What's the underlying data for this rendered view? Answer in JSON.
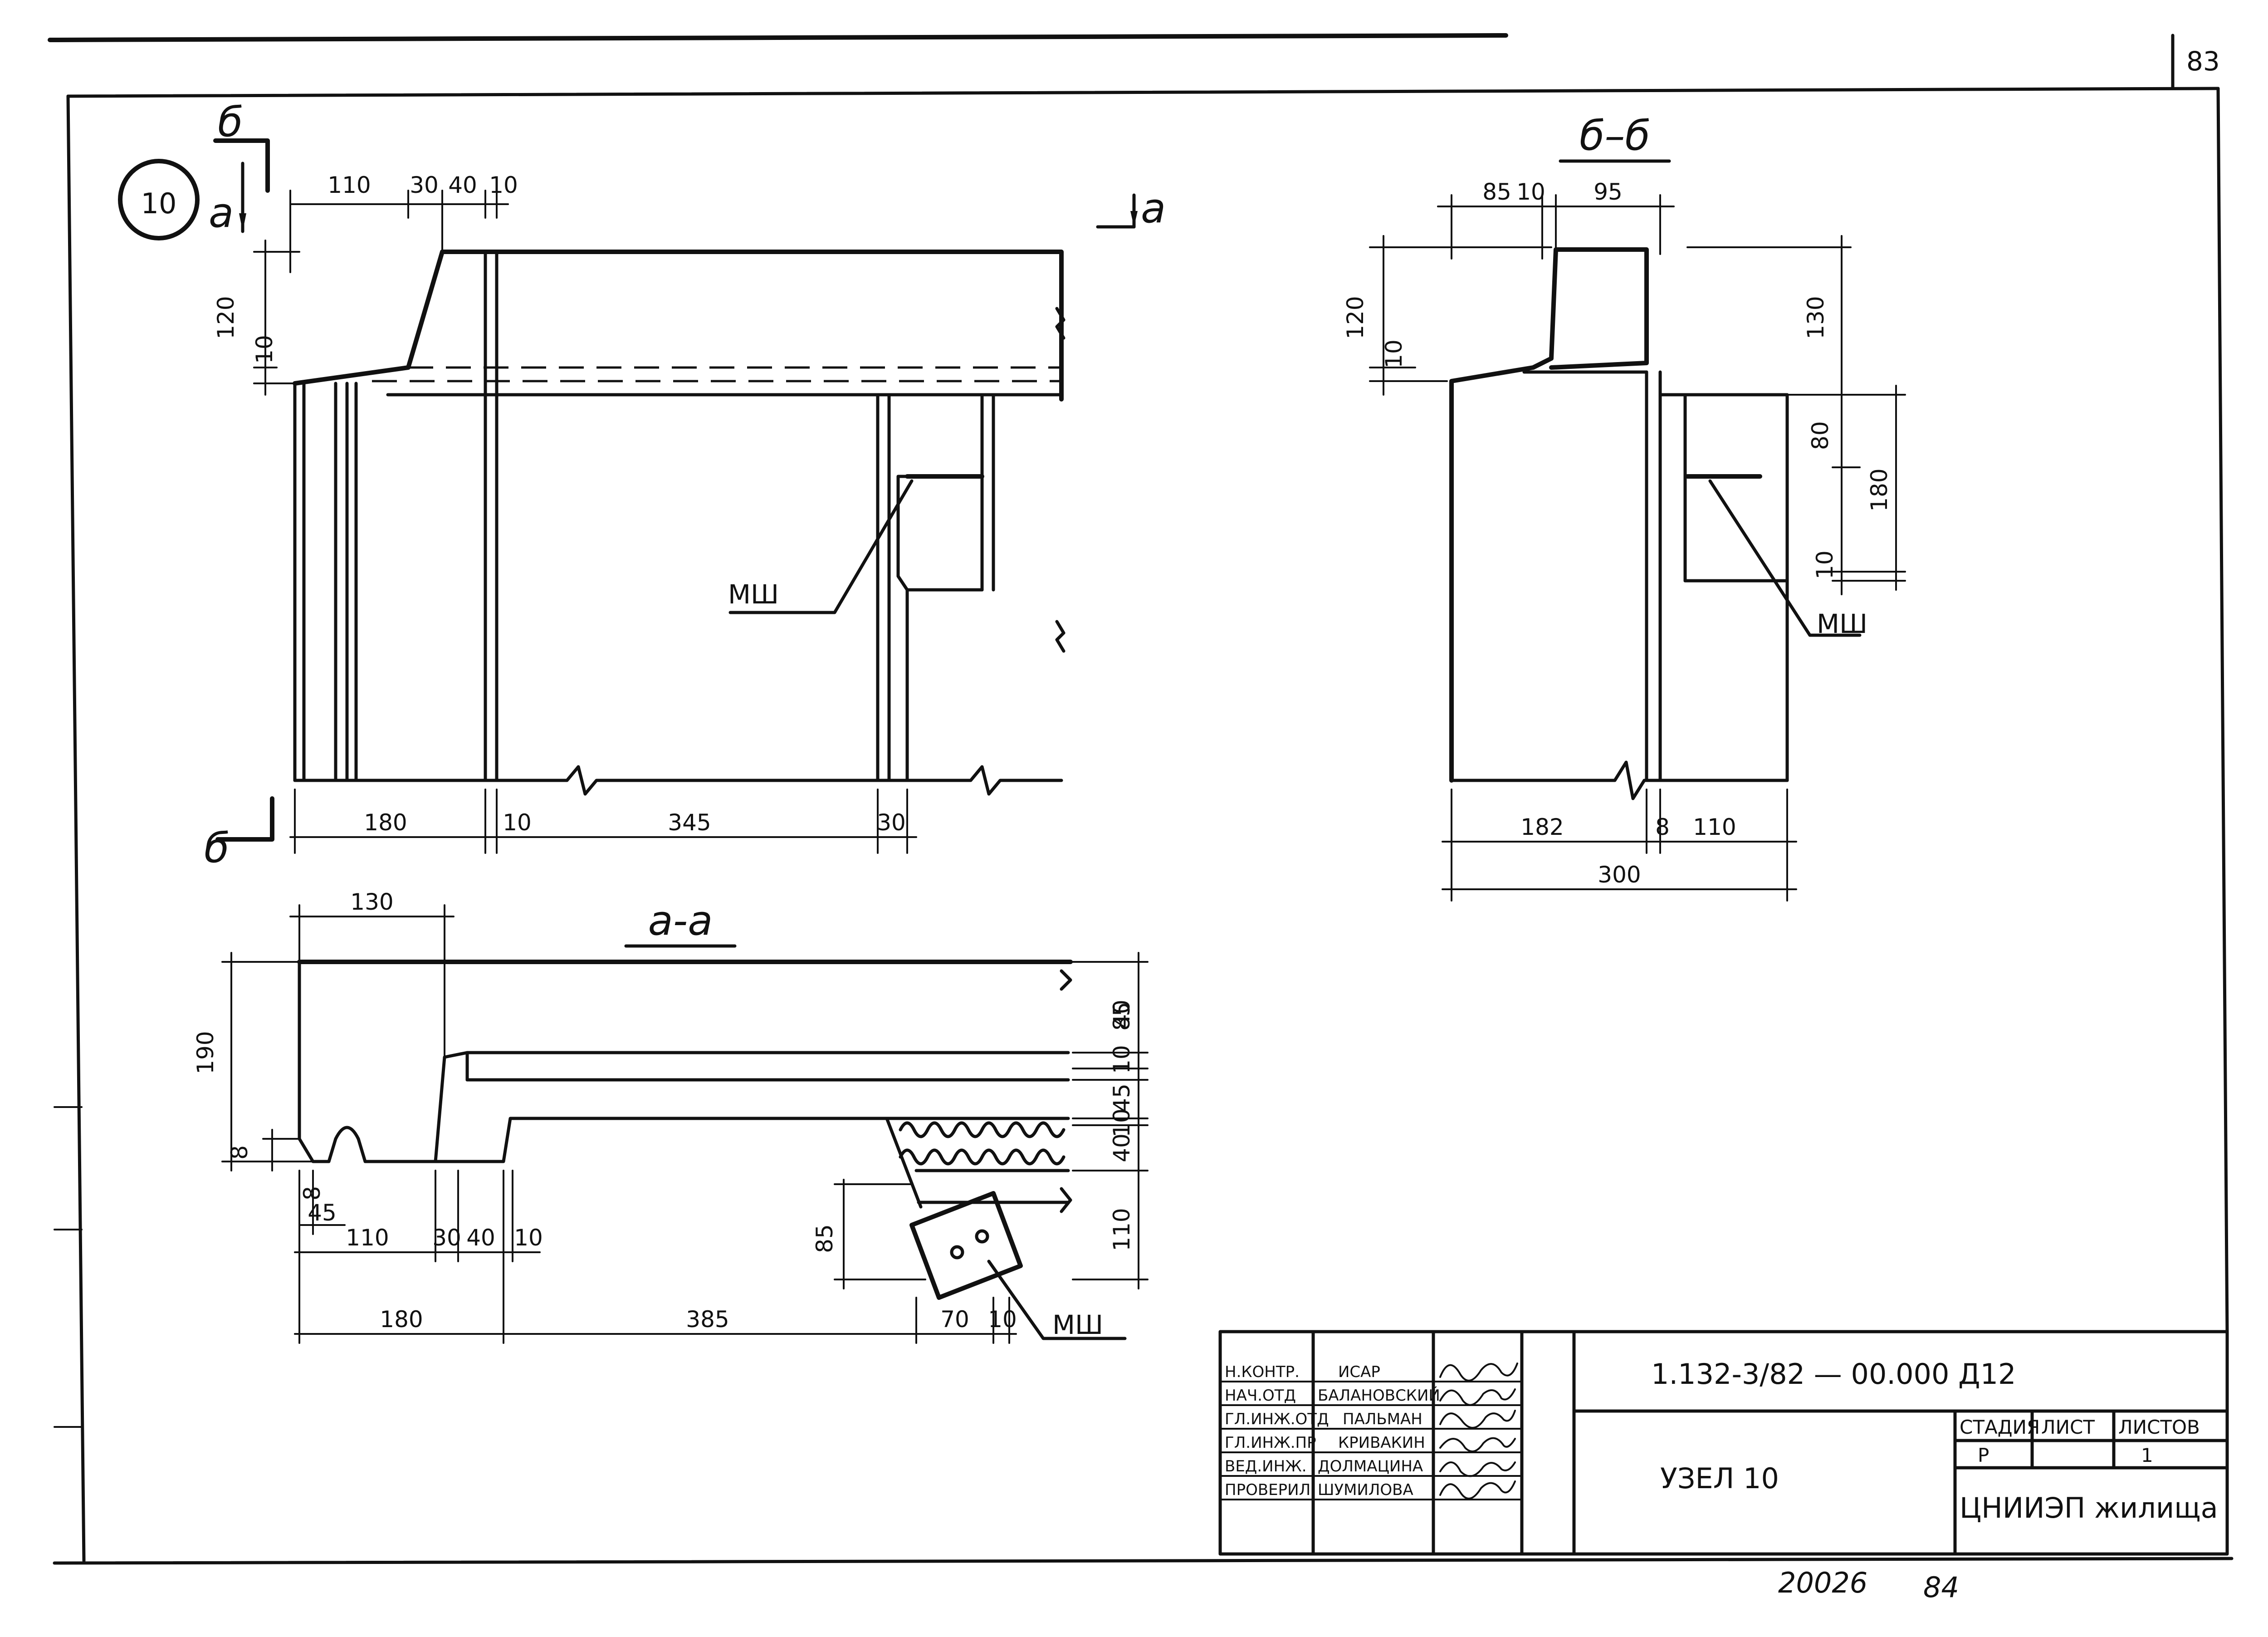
{
  "page": {
    "page_number": "83",
    "node_marker": "10",
    "bottom_numbers": [
      "20026",
      "84"
    ]
  },
  "views": {
    "elevation": {
      "cut_mark_b_top": "б",
      "cut_mark_a_top": "а",
      "cut_mark_a_right": "а",
      "cut_mark_b_bottom": "б",
      "label_msh": "МШ",
      "dims_top": [
        "110",
        "30",
        "40",
        "10"
      ],
      "dims_left": [
        "120",
        "10"
      ],
      "dims_bottom": [
        "180",
        "10",
        "345",
        "30"
      ]
    },
    "section_bb": {
      "title": "б–б",
      "label_msh": "МШ",
      "dims_top": [
        "85",
        "10",
        "95"
      ],
      "dims_left": [
        "120",
        "10"
      ],
      "dims_right": [
        "130",
        "80",
        "180",
        "10"
      ],
      "dims_bottom": [
        "182",
        "8",
        "110",
        "300"
      ]
    },
    "section_aa": {
      "title": "а-а",
      "label_msh": "МШ",
      "dims_top": [
        "130"
      ],
      "dims_left": [
        "190",
        "8",
        "8",
        "45",
        "85"
      ],
      "dims_right": [
        "85",
        "10",
        "40",
        "45",
        "10",
        "40",
        "110"
      ],
      "dims_bottom_row1": [
        "110",
        "30",
        "40",
        "10"
      ],
      "dims_bottom_row2": [
        "180",
        "385",
        "70",
        "10"
      ]
    }
  },
  "title_block": {
    "roles": [
      "Н.КОНТР.",
      "НАЧ.ОТД",
      "ГЛ.ИНЖ.ОТД",
      "ГЛ.ИНЖ.ПР",
      "ВЕД.ИНЖ.",
      "ПРОВЕРИЛ"
    ],
    "names": [
      "ИСАР",
      "БАЛАНОВСКИЙ",
      "ПАЛЬМАН",
      "КРИВАКИН",
      "ДОЛМАЦИНА",
      "ШУМИЛОВА"
    ],
    "document_code": "1.132-3/82 — 00.000 Д12",
    "sheet_title": "УЗЕЛ 10",
    "stage_label": "СТАДИЯ",
    "sheet_label": "ЛИСТ",
    "sheets_label": "ЛИСТОВ",
    "stage_value": "Р",
    "sheets_value": "1",
    "organization": "ЦНИИЭП жилища"
  }
}
